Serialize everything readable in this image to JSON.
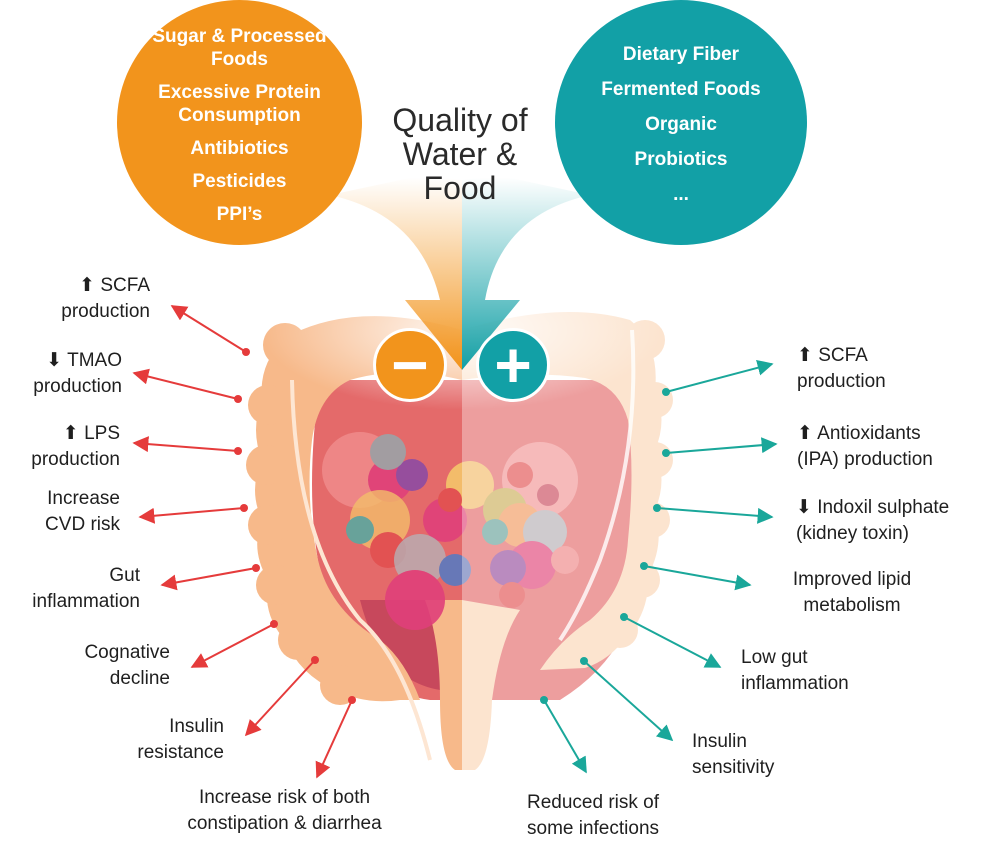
{
  "center_title": [
    "Quality of",
    "Water &",
    "Food"
  ],
  "negative_factors": [
    "Sugar & Processed Foods",
    "Excessive Protein Consumption",
    "Antibiotics",
    "Pesticides",
    "PPI’s"
  ],
  "positive_factors": [
    "Dietary Fiber",
    "Fermented Foods",
    "Organic",
    "Probiotics",
    "..."
  ],
  "signs": {
    "negative": "−",
    "positive": "+"
  },
  "negative_effects": {
    "scfa": [
      "⬆ SCFA",
      "production"
    ],
    "tmao": [
      "⬇ TMAO",
      "production"
    ],
    "lps": [
      "⬆ LPS",
      "production"
    ],
    "cvd": [
      "Increase",
      "CVD risk"
    ],
    "gut": [
      "Gut",
      "inflammation"
    ],
    "cognitive": [
      "Cognative",
      "decline"
    ],
    "insulin": [
      "Insulin",
      "resistance"
    ],
    "constipation": [
      "Increase risk of both",
      "constipation & diarrhea"
    ]
  },
  "positive_effects": {
    "scfa": [
      "⬆ SCFA",
      "production"
    ],
    "antioxidants": [
      "⬆ Antioxidants",
      "(IPA) production"
    ],
    "indoxil": [
      "⬇ Indoxil sulphate",
      "(kidney toxin)"
    ],
    "lipid": [
      "Improved lipid",
      "metabolism"
    ],
    "gut": [
      "Low gut",
      "inflammation"
    ],
    "insulin": [
      "Insulin",
      "sensitivity"
    ],
    "infections": [
      "Reduced risk of",
      "some infections"
    ]
  },
  "colors": {
    "negative": "#f2941c",
    "positive": "#12a0a6",
    "negative_arrow": "#e53b3b",
    "positive_arrow": "#1aa79a",
    "colon": "#f7b98a",
    "colon_light": "#fbd6b6"
  }
}
